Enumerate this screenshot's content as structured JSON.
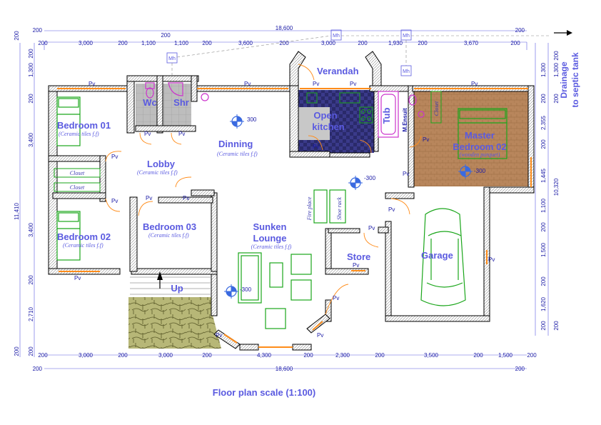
{
  "title": "Floor plan scale (1:100)",
  "drainage": {
    "line1": "Drainage",
    "line2": "to septic tank"
  },
  "rooms": {
    "bedroom01": "Bedroom 01",
    "bedroom02": "Bedroom 02",
    "bedroom03": "Bedroom 03",
    "wc": "Wc",
    "shr": "Shr",
    "dinning": "Dinning",
    "lobby": "Lobby",
    "verandah": "Verandah",
    "kitchen1": "Open",
    "kitchen2": "kitchen",
    "tub": "Tub",
    "mensuit": "M.Ensuit",
    "master1": "Master",
    "master2": "Bedroom 02",
    "sunken1": "Sunken",
    "sunken2": "Lounge",
    "store": "Store",
    "garage": "Garage",
    "up": "Up",
    "closet": "Closet",
    "fireplace": "Fire place",
    "shoerack": "Shoe rack"
  },
  "finishes": {
    "ceramic": "(Ceramic tiles f.f)",
    "wooden": "(wooden purquet)"
  },
  "levels": {
    "l300": "300",
    "lneg300": "-300"
  },
  "labels": {
    "pv": "Pv",
    "mh": "Mh"
  },
  "dims_top": {
    "total": "18,600",
    "row1": [
      "200",
      "3,000",
      "200",
      "1,100",
      "1,100",
      "200",
      "3,600",
      "200",
      "3,000",
      "200",
      "1,930",
      "200",
      "3,670",
      "200"
    ],
    "extra200": "200"
  },
  "dims_bottom": {
    "total": "18,600",
    "row1": [
      "200",
      "3,000",
      "200",
      "3,000",
      "200",
      "4,300",
      "200",
      "2,300",
      "200",
      "3,500",
      "200",
      "1,500",
      "200"
    ]
  },
  "dims_left": {
    "total": "11,410",
    "row": [
      "200",
      "1,300",
      "200",
      "3,400",
      "3,400",
      "200",
      "2,710",
      "200"
    ],
    "extra200": "200"
  },
  "dims_right": {
    "total": "10,320",
    "row": [
      "200",
      "1,300",
      "200",
      "2,355",
      "200",
      "1,445",
      "1,100",
      "200",
      "1,500",
      "200",
      "1,620",
      "200"
    ],
    "extra200": "200"
  },
  "colors": {
    "wall": "#000000",
    "dim": "#1a1aa6",
    "text": "#5a5ae0",
    "door": "#ff8c1a",
    "furniture": "#1aa61a",
    "bath": "#cc33cc",
    "floor_master": "#b5835a"
  }
}
